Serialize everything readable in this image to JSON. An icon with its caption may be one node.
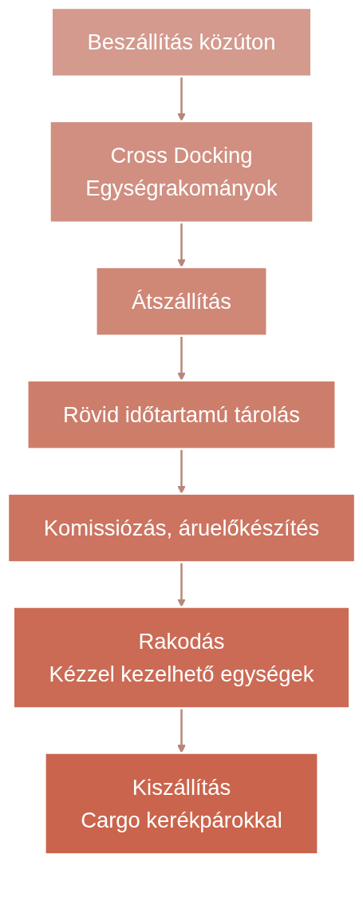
{
  "diagram": {
    "nodes": [
      {
        "text": [
          "Beszállítás közúton"
        ]
      },
      {
        "text": [
          "Cross Docking",
          "Egységrakományok"
        ]
      },
      {
        "text": [
          "Átszállítás"
        ]
      },
      {
        "text": [
          "Rövid időtartamú tárolás"
        ]
      },
      {
        "text": [
          "Komissiózás, áruelőkészítés"
        ]
      },
      {
        "text": [
          "Rakodás",
          "Kézzel kezelhető egységek"
        ]
      },
      {
        "text": [
          "Kiszállítás",
          "Cargo kerékpárokkal"
        ]
      }
    ],
    "edges": [
      {
        "from": 0,
        "to": 1,
        "arrow": "to"
      },
      {
        "from": 1,
        "to": 2,
        "arrow": "to"
      },
      {
        "from": 2,
        "to": 3,
        "arrow": "to"
      },
      {
        "from": 3,
        "to": 4,
        "arrow": "to"
      },
      {
        "from": 4,
        "to": 5,
        "arrow": "to"
      },
      {
        "from": 5,
        "to": 6,
        "arrow": "to"
      }
    ]
  }
}
